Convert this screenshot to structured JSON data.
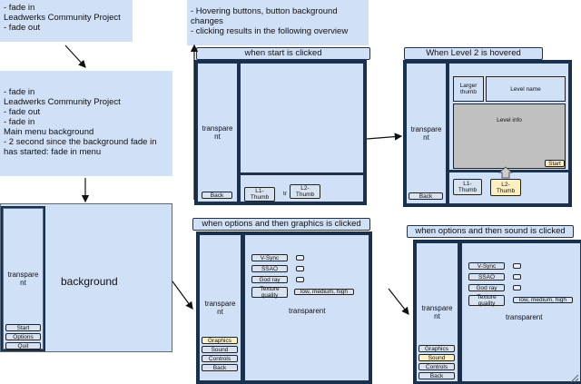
{
  "notes": {
    "topleft": "- fade in\n Leadwerks Community Project\n- fade out",
    "middle": "- fade in\n Leadwerks Community Project\n- fade out\n- fade in\nMain menu background\n- 2 second since the background fade in\nhas started: fade in menu",
    "topright": "- Hovering buttons, button background\nchanges\n- clicking results in the following overview"
  },
  "main_menu": {
    "sidebar_label": "transpare\nnt",
    "background_label": "background",
    "buttons": [
      "Start",
      "Options",
      "Quit"
    ]
  },
  "start_clicked": {
    "title": "when start is clicked",
    "sidebar_label": "transpare\nnt",
    "back": "Back",
    "thumbs": [
      "L1-\nThumb",
      "L2-\nThumb"
    ],
    "cut_label": "tr"
  },
  "level2_hovered": {
    "title": "When Level 2 is hovered",
    "sidebar_label": "transpare\nnt",
    "back": "Back",
    "larger_thumb": "Larger\nthumb",
    "level_name": "Level name",
    "level_info": "Level info",
    "start": "Start",
    "thumbs": [
      "L1-\nThumb",
      "L2-\nThumb"
    ]
  },
  "options_graphics": {
    "title": "when options and then graphics is clicked",
    "sidebar_label": "transpare\nnt",
    "content_label": "transparent",
    "rows": [
      "V-Sync",
      "SSAO",
      "God ray",
      "Texture\nquality"
    ],
    "quality_options": "low, medium, high",
    "menu": [
      "Graphics",
      "Sound",
      "Controls",
      "Back"
    ]
  },
  "options_sound": {
    "title": "when options and then sound is clicked",
    "sidebar_label": "transpare\nnt",
    "content_label": "transparent",
    "rows": [
      "V-Sync",
      "SSAO",
      "God ray",
      "Texture\nquality"
    ],
    "quality_options": "low, medium, high",
    "menu": [
      "Graphics",
      "Sound",
      "Controls",
      "Back"
    ]
  },
  "colors": {
    "frame": "#163050",
    "panel": "#cfe0f7",
    "highlight": "#fdf0c0"
  }
}
